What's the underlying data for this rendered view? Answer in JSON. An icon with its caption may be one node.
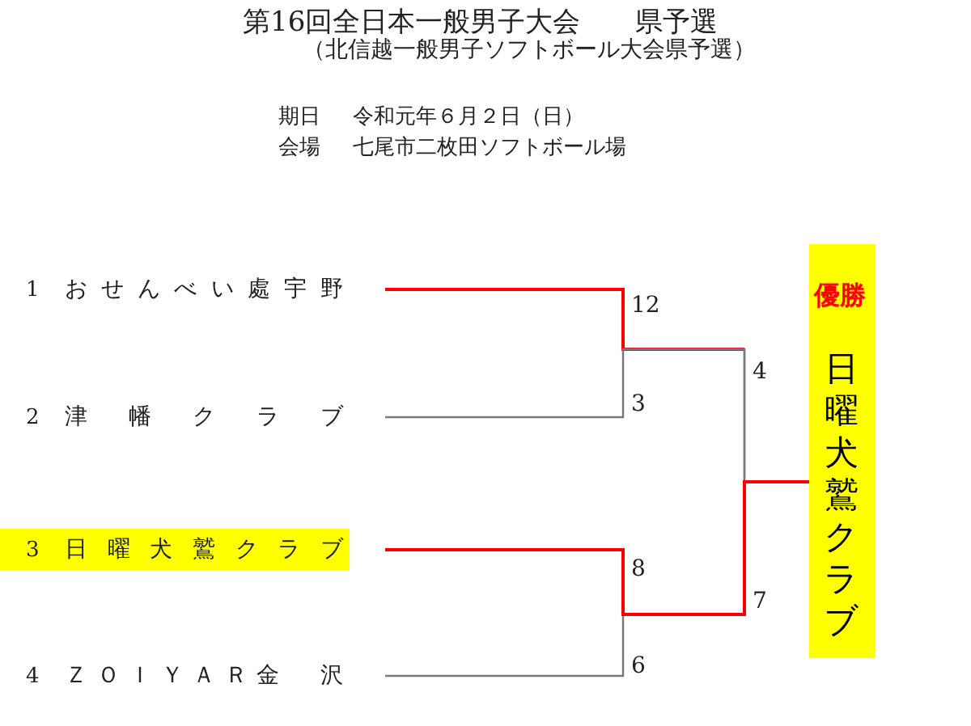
{
  "diagram": {
    "title": "第16回全日本一般男子大会　　県予選",
    "nodes": [
      {
        "text": [
          "1",
          "おせんべい處宇野"
        ]
      },
      {
        "text": [
          "2",
          "津幡クラブ"
        ]
      },
      {
        "text": [
          "3",
          "日曜犬鷲クラブ"
        ]
      },
      {
        "text": [
          "4",
          "ＺＯＩＹＡＲ金　沢"
        ]
      },
      {
        "text": [
          "優勝",
          "日曜犬鷲クラブ"
        ]
      }
    ],
    "edges": [
      {
        "from": 0,
        "to": 4,
        "arrow": "none"
      },
      {
        "from": 1,
        "to": 4,
        "arrow": "none"
      },
      {
        "from": 3,
        "to": 4,
        "arrow": "none"
      },
      {
        "from": 2,
        "to": 4,
        "arrow": "none",
        "color": "#ff0000"
      }
    ],
    "labels": [
      "（北信越一般男子ソフトボール大会県予選）",
      "期日",
      "令和元年６月２日（日）",
      "会場",
      "七尾市二枚田ソフトボール場",
      "12",
      "3",
      "4",
      "8",
      "7",
      "6"
    ]
  }
}
